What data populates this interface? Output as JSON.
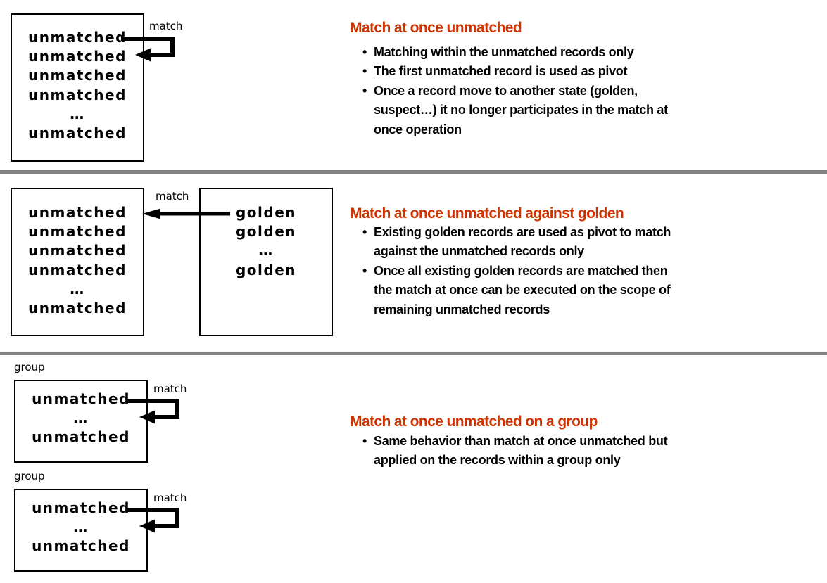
{
  "ui": {
    "bullet_char": "•"
  },
  "colors": {
    "accent": "#cc3300",
    "divider": "#828282",
    "diagram_ink": "#000000"
  },
  "sections": [
    {
      "heading": "Match at once unmatched",
      "bullets": [
        "Matching within the unmatched records only",
        "The first unmatched record is used as pivot",
        "Once a record move to another state (golden,\nsuspect…) it no longer participates in the match at\nonce operation"
      ],
      "diagram": {
        "match_label": "match",
        "box": {
          "lines": [
            "unmatched",
            "unmatched",
            "unmatched",
            "unmatched",
            "…",
            "unmatched"
          ]
        }
      }
    },
    {
      "heading": "Match at once unmatched against golden",
      "bullets": [
        "Existing golden records are used as pivot to match\nagainst the unmatched records only",
        "Once all existing golden records are matched then\nthe match at once can be executed on the scope of\nremaining unmatched records"
      ],
      "diagram": {
        "match_label": "match",
        "left_box": {
          "lines": [
            "unmatched",
            "unmatched",
            "unmatched",
            "unmatched",
            "…",
            "unmatched"
          ]
        },
        "right_box": {
          "lines": [
            "golden",
            "golden",
            "…",
            "golden"
          ]
        }
      }
    },
    {
      "heading": "Match at once unmatched on a group",
      "bullets": [
        "Same behavior than match at once unmatched but\napplied on the records within a group only"
      ],
      "diagram": {
        "groups": [
          {
            "label": "group",
            "match_label": "match",
            "box": {
              "lines": [
                "unmatched",
                "…",
                "unmatched"
              ]
            }
          },
          {
            "label": "group",
            "match_label": "match",
            "box": {
              "lines": [
                "unmatched",
                "…",
                "unmatched"
              ]
            }
          }
        ]
      }
    }
  ]
}
